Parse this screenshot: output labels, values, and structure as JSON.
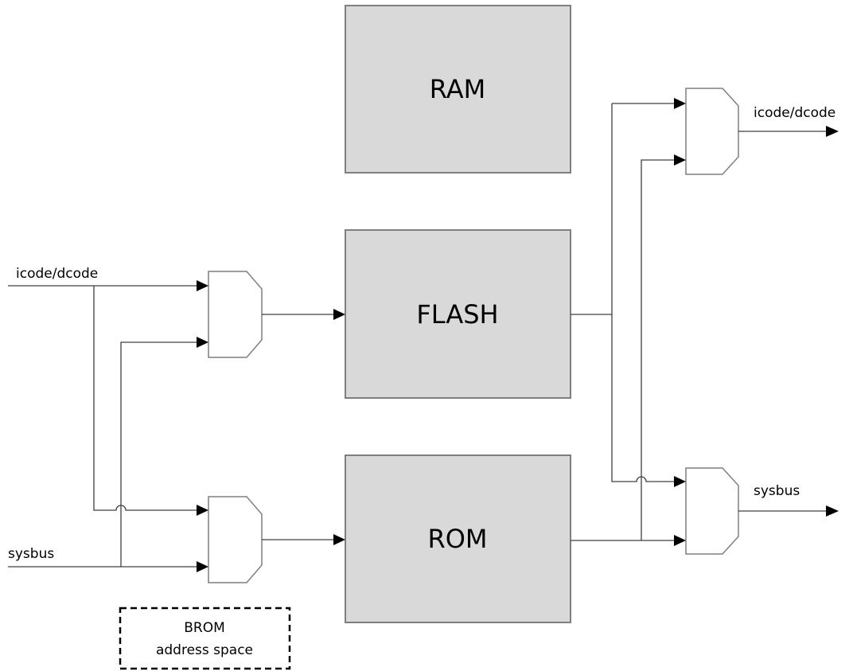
{
  "blocks": {
    "ram": "RAM",
    "flash": "FLASH",
    "rom": "ROM"
  },
  "signals": {
    "left_icode_dcode": "icode/dcode",
    "left_sysbus": "sysbus",
    "right_icode_dcode": "icode/dcode",
    "right_sysbus": "sysbus"
  },
  "note": {
    "line1": "BROM",
    "line2": "address space"
  }
}
